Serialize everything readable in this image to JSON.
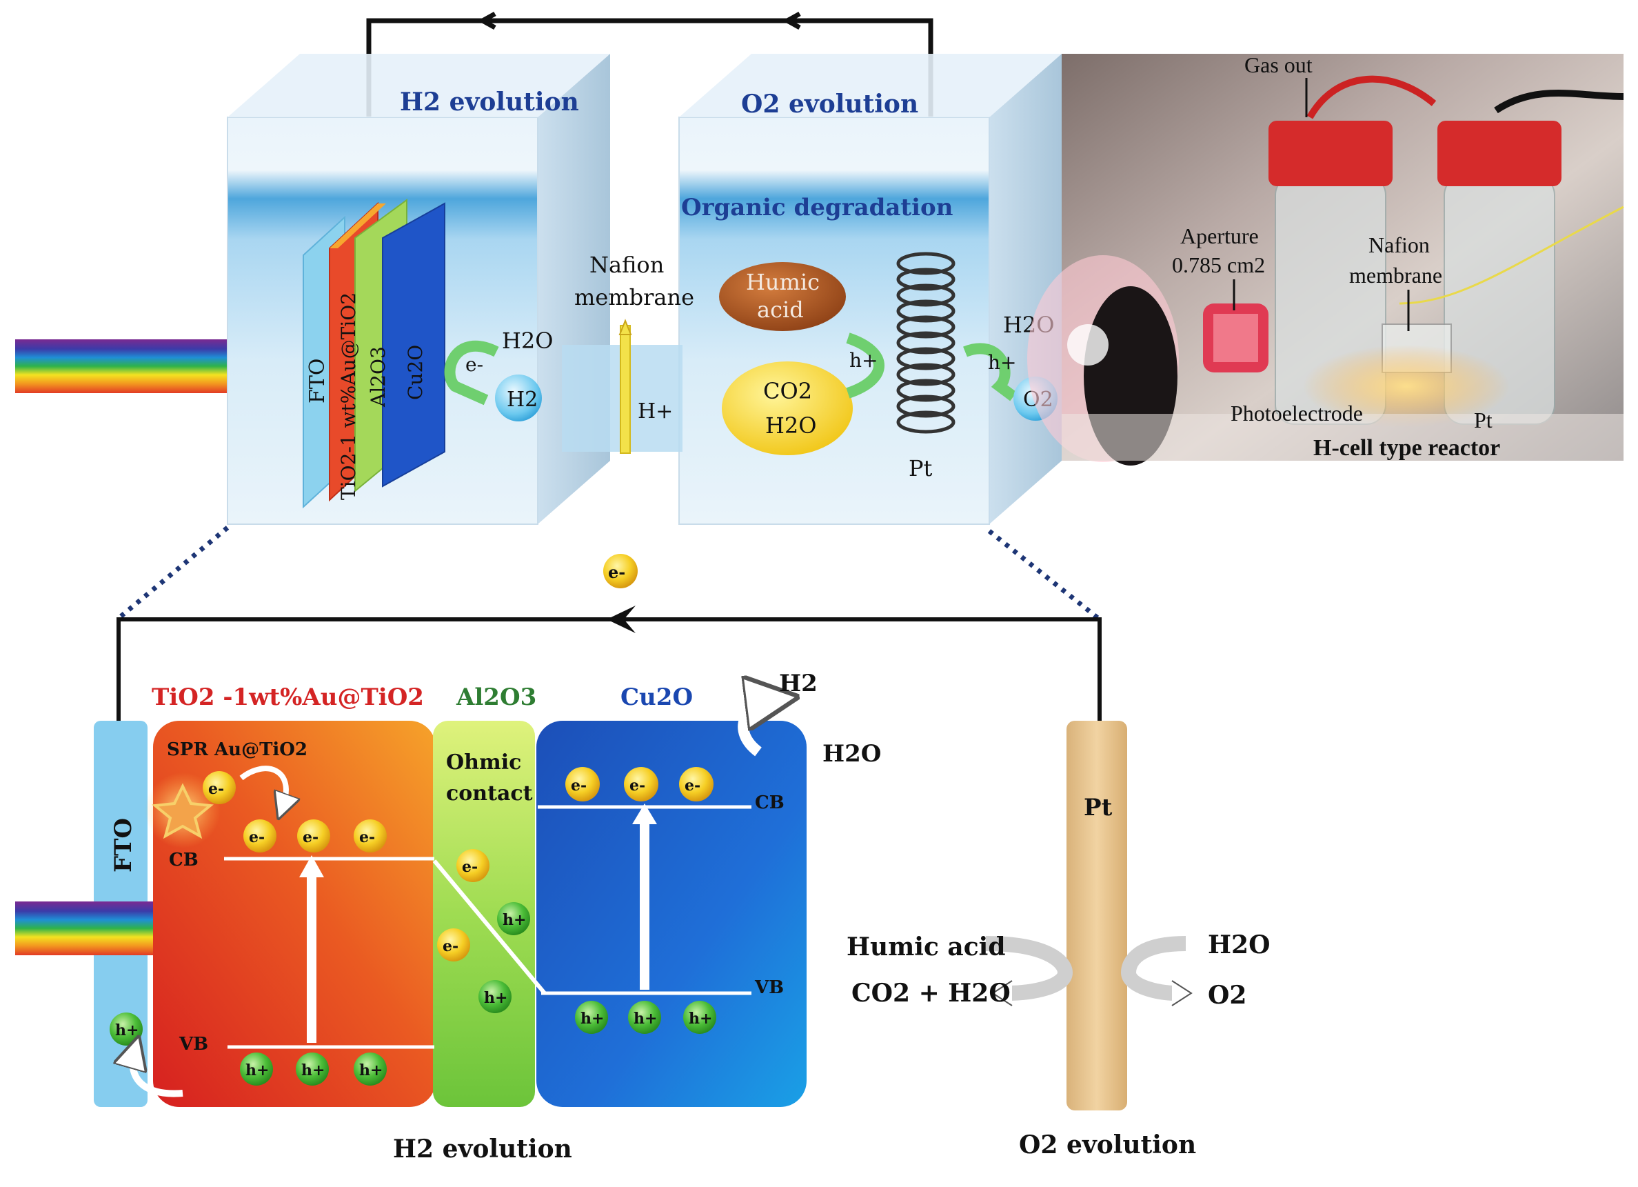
{
  "top": {
    "h2_evolution": "H2 evolution",
    "o2_evolution": "O2 evolution",
    "organic_degradation": "Organic degradation",
    "nafion_label_1": "Nafion",
    "nafion_label_2": "membrane",
    "layers": {
      "fto": "FTO",
      "tio2": "TiO2-1 wt%Au@TiO2",
      "al2o3": "Al2O3",
      "cu2o": "Cu2O"
    },
    "h2o_left": "H2O",
    "e_left": "e-",
    "h2_bubble": "H2",
    "h_plus": "H+",
    "humic_1": "Humic",
    "humic_2": "acid",
    "co2": "CO2",
    "h2o_mid": "H2O",
    "h_plus_mid": "h+",
    "pt_label": "Pt",
    "h2o_right": "H2O",
    "h_plus_right": "h+",
    "o2_bubble": "O2"
  },
  "photo": {
    "gas_out": "Gas out",
    "aperture": "Aperture",
    "aperture_value": "0.785 cm2",
    "nafion_1": "Nafion",
    "nafion_2": "membrane",
    "photoelectrode": "Photoelectrode",
    "pt": "Pt",
    "caption": "H-cell type reactor"
  },
  "bottom": {
    "e_minus_top": "e-",
    "fto": "FTO",
    "tio2_title": "TiO2 -1wt%Au@TiO2",
    "al2o3_title": "Al2O3",
    "cu2o_title": "Cu2O",
    "spr": "SPR Au@TiO2",
    "ohmic_1": "Ohmic",
    "ohmic_2": "contact",
    "cb": "CB",
    "vb": "VB",
    "cu_cb": "CB",
    "cu_vb": "VB",
    "e": "e-",
    "h": "h+",
    "h2_out": "H2",
    "h2o_in": "H2O",
    "pt": "Pt",
    "humic_acid": "Humic acid",
    "co2_h2o": "CO2 + H2O",
    "h2o_right": "H2O",
    "o2_right": "O2",
    "h2_evolution": "H2 evolution",
    "o2_evolution": "O2 evolution"
  }
}
